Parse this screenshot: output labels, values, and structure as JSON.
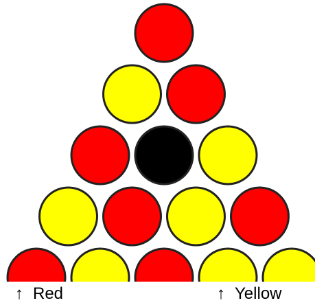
{
  "colors": {
    "red": "#ff0000",
    "yellow": "#ffff00",
    "black": "#000000",
    "outline": "#222222"
  },
  "rack": {
    "rows": [
      [
        "red"
      ],
      [
        "yellow",
        "red"
      ],
      [
        "red",
        "black",
        "yellow"
      ],
      [
        "yellow",
        "red",
        "yellow",
        "red"
      ],
      [
        "red",
        "yellow",
        "red",
        "yellow",
        "yellow"
      ]
    ]
  },
  "legend": {
    "arrow": "↑",
    "red_label": "Red",
    "yellow_label": "Yellow"
  }
}
